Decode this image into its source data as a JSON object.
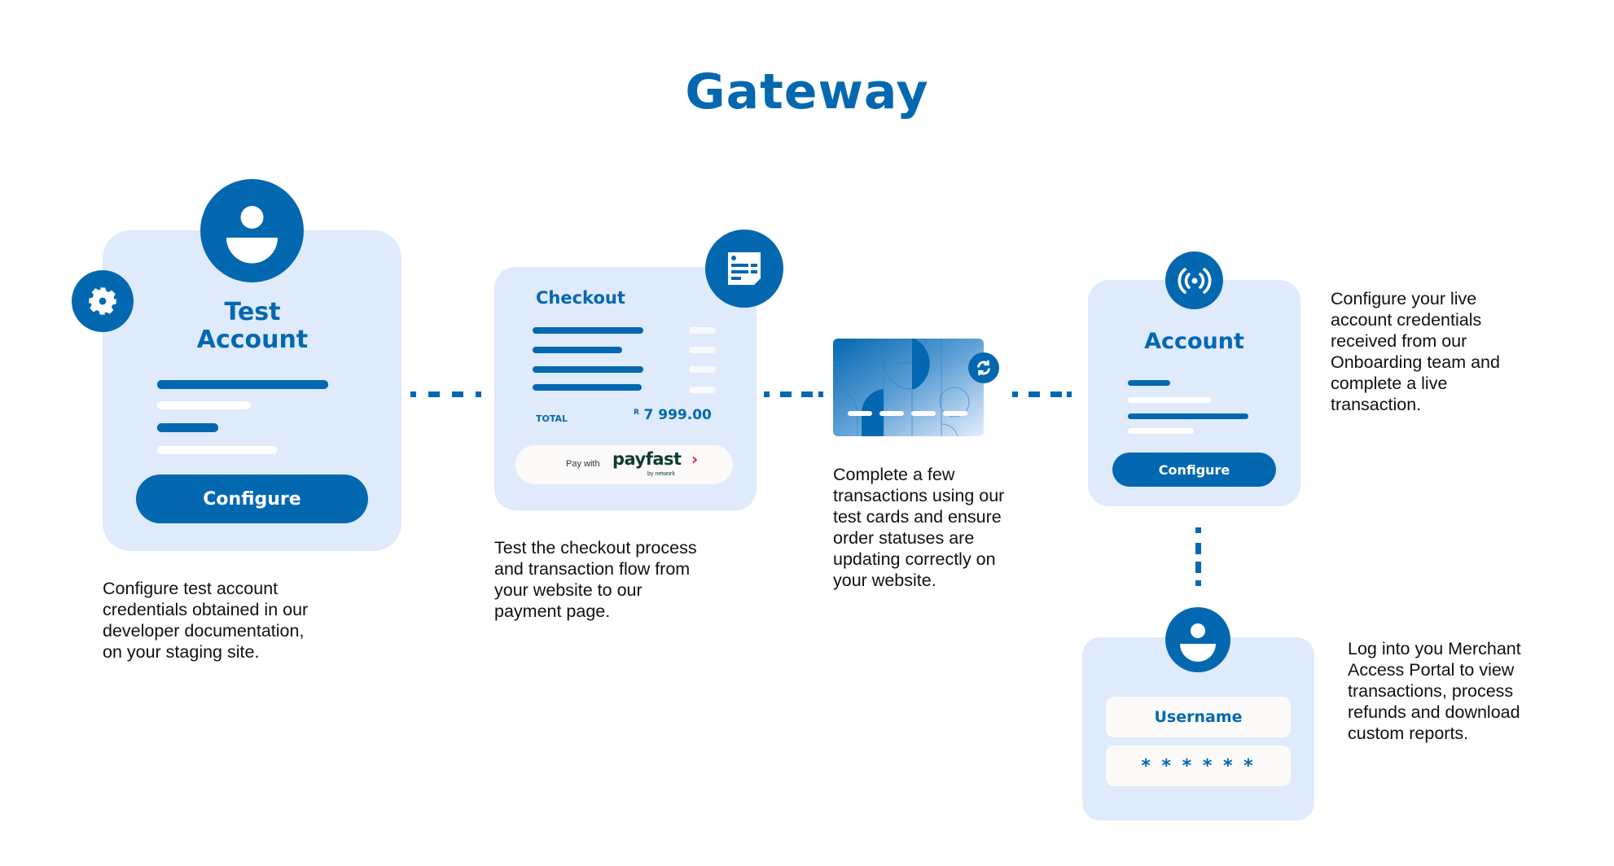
{
  "title": "Gateway",
  "colors": {
    "brand_blue": "#0368b0",
    "panel_bg": "#dfeafb",
    "payfast_green": "#0d3b2e",
    "payfast_chevron": "#e0245e"
  },
  "steps": [
    {
      "card_title_line1": "Test",
      "card_title_line2": "Account",
      "button_label": "Configure",
      "badge_icon": "user-avatar-icon",
      "side_icon": "gear-icon",
      "description": "Configure test account\ncredentials obtained in our\ndeveloper documentation,\non your staging site."
    },
    {
      "card_title": "Checkout",
      "badge_icon": "receipt-icon",
      "total_label": "TOTAL",
      "currency": "R",
      "total_value": "7 999.00",
      "pay_with_label": "Pay with",
      "payfast_logo": "payfast",
      "payfast_sub": "by network",
      "description": "Test the checkout process\nand transaction flow from\nyour website to our\npayment page."
    },
    {
      "graphic": "credit-card",
      "badge_icon": "refresh-icon",
      "description": "Complete a few\ntransactions using our\ntest cards and ensure\norder statuses are\nupdating correctly on\nyour website."
    },
    {
      "card_title": "Account",
      "button_label": "Configure",
      "badge_icon": "broadcast-icon",
      "description": "Configure your live\naccount credentials\nreceived from our\nOnboarding team and\ncomplete a live\ntransaction."
    },
    {
      "badge_icon": "user-avatar-icon",
      "username_label": "Username",
      "password_mask": "* * * * * *",
      "description": "Log into you Merchant\nAccess Portal to view\ntransactions, process\nrefunds and download\ncustom reports."
    }
  ]
}
